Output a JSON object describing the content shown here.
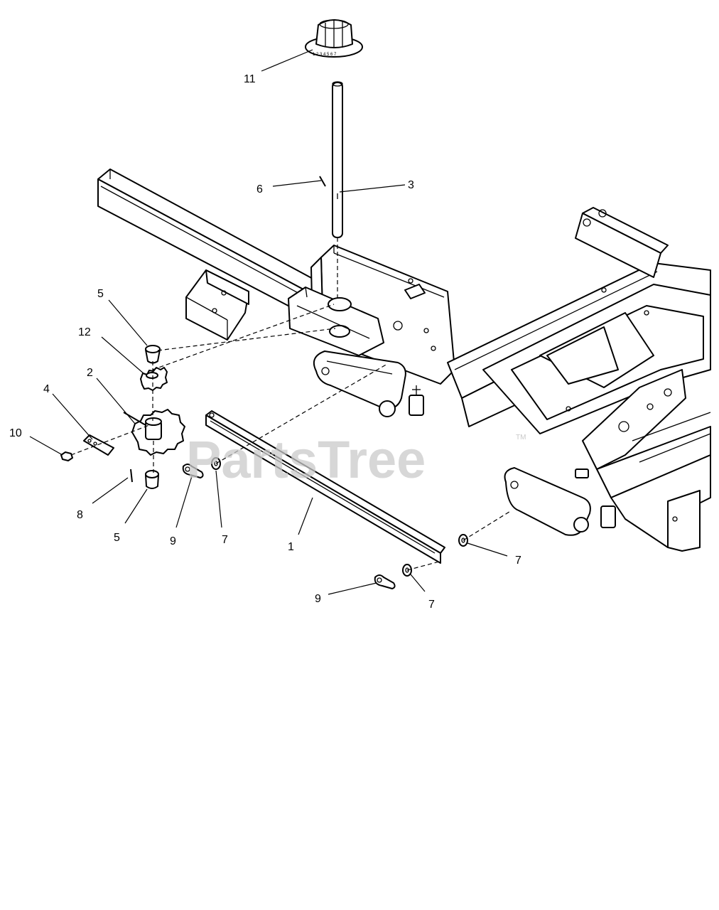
{
  "watermark": {
    "text": "PartsTree",
    "trademark": "TM"
  },
  "callouts": [
    {
      "id": "c11",
      "label": "11"
    },
    {
      "id": "c6",
      "label": "6"
    },
    {
      "id": "c3",
      "label": "3"
    },
    {
      "id": "c5a",
      "label": "5"
    },
    {
      "id": "c12",
      "label": "12"
    },
    {
      "id": "c2",
      "label": "2"
    },
    {
      "id": "c4",
      "label": "4"
    },
    {
      "id": "c10",
      "label": "10"
    },
    {
      "id": "c8",
      "label": "8"
    },
    {
      "id": "c5b",
      "label": "5"
    },
    {
      "id": "c9a",
      "label": "9"
    },
    {
      "id": "c7a",
      "label": "7"
    },
    {
      "id": "c1",
      "label": "1"
    },
    {
      "id": "c7b",
      "label": "7"
    },
    {
      "id": "c9b",
      "label": "9"
    },
    {
      "id": "c7c",
      "label": "7"
    }
  ]
}
